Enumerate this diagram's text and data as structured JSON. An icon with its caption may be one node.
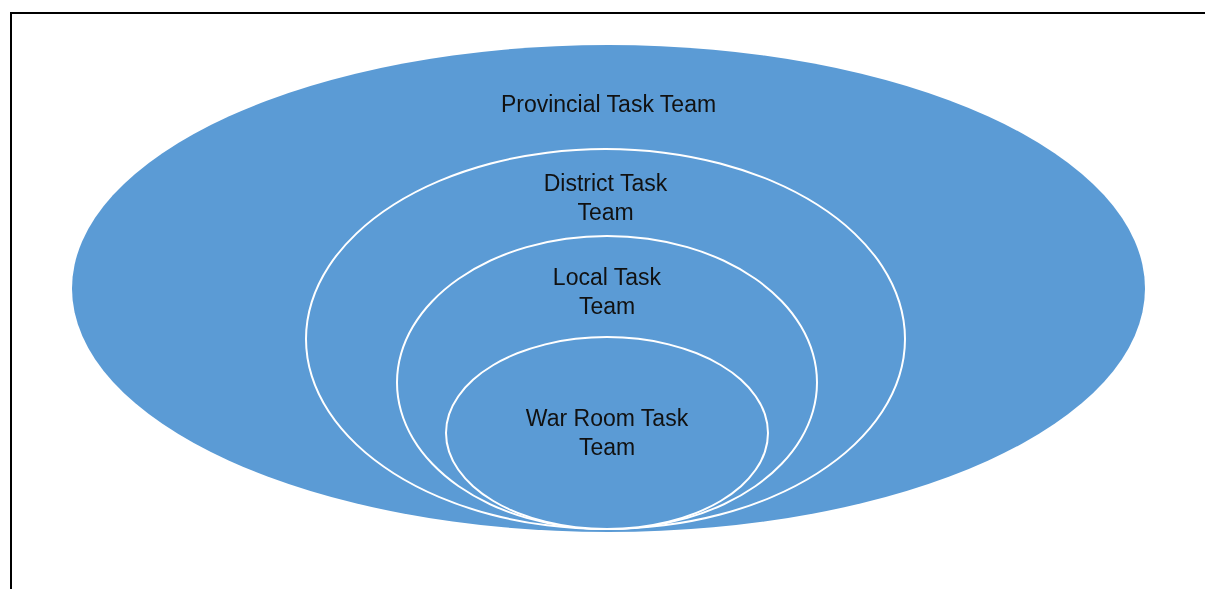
{
  "diagram": {
    "nodes": [
      {
        "text": [
          "Provincial Task Team"
        ]
      },
      {
        "text": [
          "District Task Team"
        ],
        "in": 0
      },
      {
        "text": [
          "Local Task Team"
        ],
        "in": 1
      },
      {
        "text": [
          "War Room Task Team"
        ],
        "in": 2
      }
    ],
    "edges": []
  }
}
